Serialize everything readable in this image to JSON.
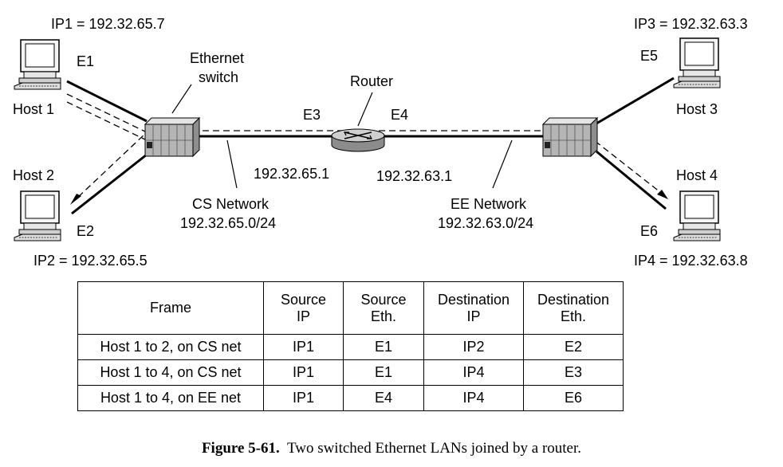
{
  "diagram": {
    "hosts": [
      {
        "name": "Host 1",
        "ip": "IP1 = 192.32.65.7",
        "eth": "E1"
      },
      {
        "name": "Host 2",
        "ip": "IP2 = 192.32.65.5",
        "eth": "E2"
      },
      {
        "name": "Host 3",
        "ip": "IP3 = 192.32.63.3",
        "eth": "E5"
      },
      {
        "name": "Host 4",
        "ip": "IP4 = 192.32.63.8",
        "eth": "E6"
      }
    ],
    "switch_label": [
      "Ethernet",
      "switch"
    ],
    "router": {
      "label": "Router",
      "left_eth": "E3",
      "right_eth": "E4",
      "left_ip": "192.32.65.1",
      "right_ip": "192.32.63.1"
    },
    "cs_network": {
      "name": "CS Network",
      "prefix": "192.32.65.0/24"
    },
    "ee_network": {
      "name": "EE Network",
      "prefix": "192.32.63.0/24"
    }
  },
  "table": {
    "headers": [
      [
        "Frame"
      ],
      [
        "Source",
        "IP"
      ],
      [
        "Source",
        "Eth."
      ],
      [
        "Destination",
        "IP"
      ],
      [
        "Destination",
        "Eth."
      ]
    ],
    "rows": [
      [
        "Host 1 to 2, on CS net",
        "IP1",
        "E1",
        "IP2",
        "E2"
      ],
      [
        "Host 1 to 4, on CS net",
        "IP1",
        "E1",
        "IP4",
        "E3"
      ],
      [
        "Host 1 to 4, on EE net",
        "IP1",
        "E4",
        "IP4",
        "E6"
      ]
    ]
  },
  "caption": {
    "label": "Figure 5-61.",
    "text": "Two switched Ethernet LANs joined by a router."
  }
}
